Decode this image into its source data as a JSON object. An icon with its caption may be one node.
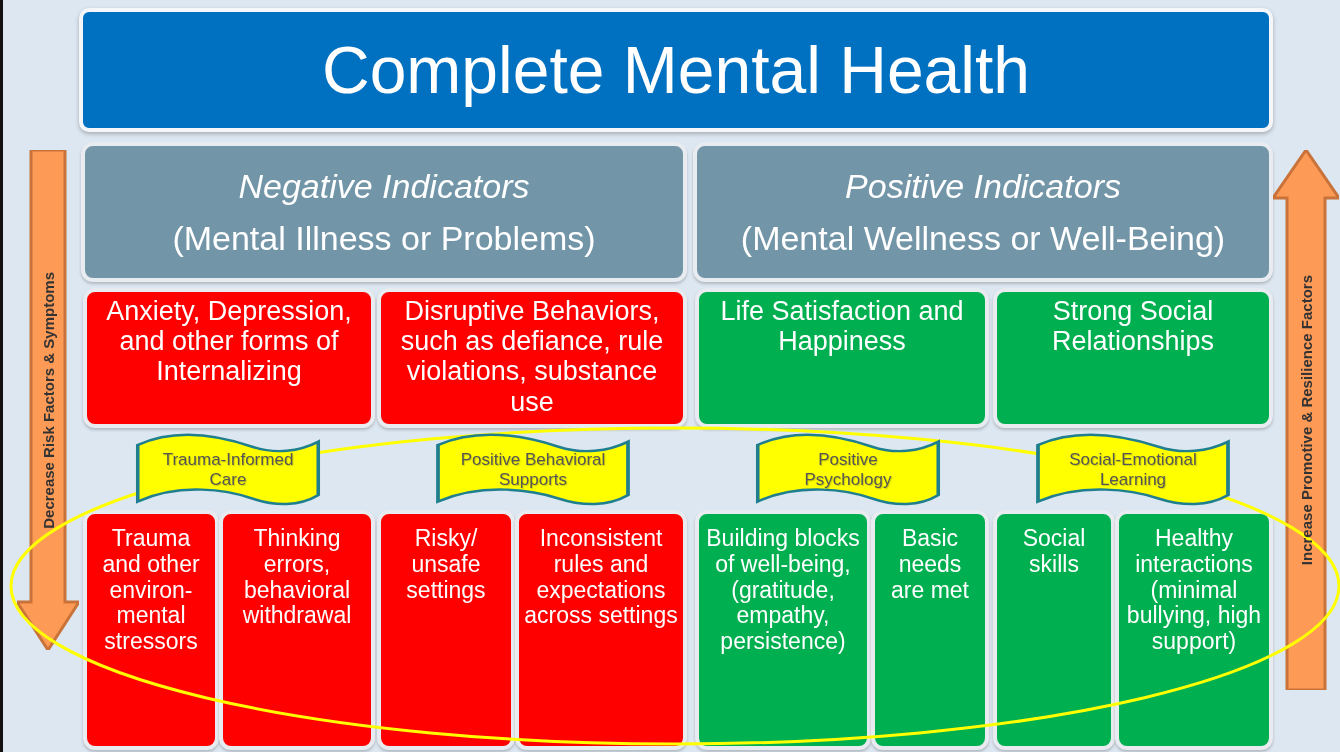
{
  "diagram": {
    "title": "Complete Mental Health",
    "nodes": [
      {
        "text": [
          "Decrease Risk Factors & Symptoms"
        ]
      },
      {
        "text": [
          "Negative Indicators",
          "(Mental Illness or Problems)"
        ]
      },
      {
        "text": [
          "Positive Indicators",
          "(Mental Wellness or Well-Being)"
        ]
      },
      {
        "text": [
          "Increase Promotive & Resilience Factors"
        ]
      },
      {
        "text": [
          "Anxiety, Depression, and other forms of Internalizing"
        ]
      },
      {
        "text": [
          "Disruptive Behaviors, such as defiance, rule violations, substance use"
        ]
      },
      {
        "text": [
          "Life Satisfaction and Happiness"
        ]
      },
      {
        "text": [
          "Strong Social Relationships"
        ]
      },
      {
        "text": [
          "Trauma and other environ-mental stressors"
        ]
      },
      {
        "text": [
          "Thinking errors, behavioral withdrawal"
        ]
      },
      {
        "text": [
          "Risky/ unsafe settings"
        ]
      },
      {
        "text": [
          "Inconsistent rules and expectations across settings"
        ]
      },
      {
        "text": [
          "Building blocks of well-being, (gratitude, empathy, persistence)"
        ]
      },
      {
        "text": [
          "Basic needs are met"
        ]
      },
      {
        "text": [
          "Social skills"
        ]
      },
      {
        "text": [
          "Healthy interactions (minimal bullying, high support)"
        ]
      },
      {
        "text": [
          "Trauma-Informed Care"
        ]
      },
      {
        "text": [
          "Positive Behavioral Supports"
        ]
      },
      {
        "text": [
          "Positive Psychology"
        ]
      },
      {
        "text": [
          "Social-Emotional Learning"
        ]
      }
    ]
  }
}
